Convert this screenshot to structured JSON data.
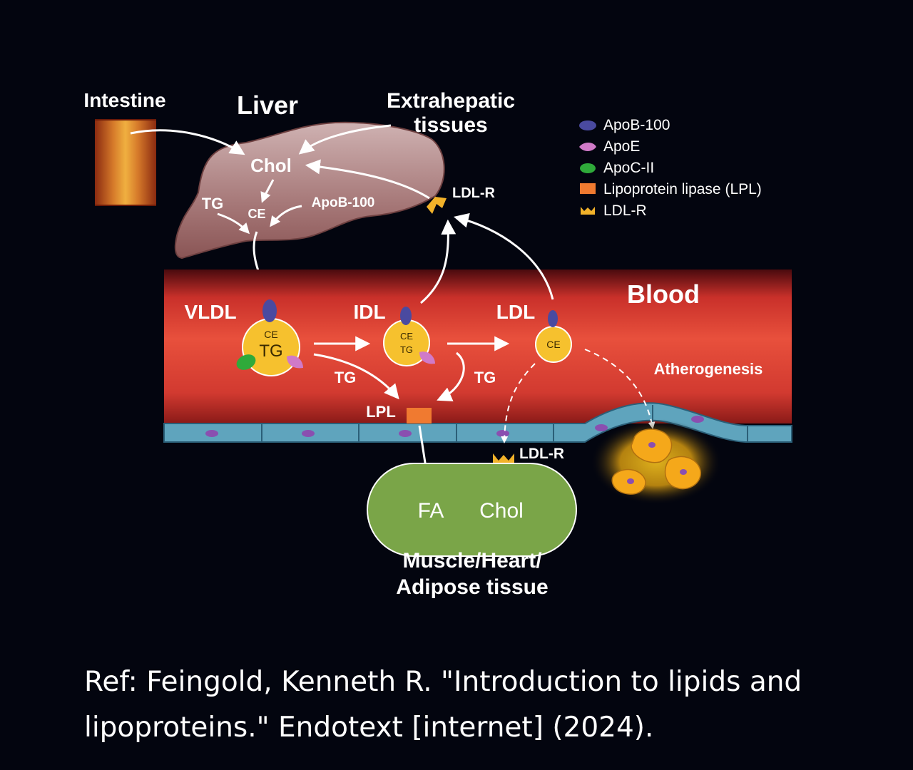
{
  "labels": {
    "intestine": "Intestine",
    "liver": "Liver",
    "extrahepatic_line1": "Extrahepatic",
    "extrahepatic_line2": "tissues",
    "chol_liver": "Chol",
    "tg_liver": "TG",
    "ce_liver": "CE",
    "apob100_liver": "ApoB-100",
    "ldlr_liver": "LDL-R",
    "blood": "Blood",
    "vldl": "VLDL",
    "idl": "IDL",
    "ldl": "LDL",
    "vldl_ce": "CE",
    "vldl_tg": "TG",
    "idl_ce": "CE",
    "idl_tg": "TG",
    "ldl_ce": "CE",
    "tg_left": "TG",
    "tg_right": "TG",
    "lpl": "LPL",
    "atherogenesis": "Atherogenesis",
    "ldlr_tissue": "LDL-R",
    "fa": "FA",
    "chol_tissue": "Chol",
    "tissue_line1": "Muscle/Heart/",
    "tissue_line2": "Adipose tissue"
  },
  "legend": [
    {
      "label": "ApoB-100",
      "symbol": "ellipse",
      "color": "#4a4aa0"
    },
    {
      "label": "ApoE",
      "symbol": "leaf",
      "color": "#d07ac8"
    },
    {
      "label": "ApoC-II",
      "symbol": "ellipse",
      "color": "#2faa3a"
    },
    {
      "label": "Lipoprotein lipase (LPL)",
      "symbol": "rect",
      "color": "#f07a30"
    },
    {
      "label": "LDL-R",
      "symbol": "receptor",
      "color": "#f2b22a"
    }
  ],
  "colors": {
    "background": "#03050f",
    "blood": "#e04a3a",
    "liver": "#b48a8a",
    "lipoprotein": "#f6c12e",
    "tissue": "#7aa548",
    "endothelium": "#5fa4bd"
  },
  "citation": {
    "line1": "Ref: Feingold, Kenneth R. \"Introduction to lipids and",
    "line2": "lipoproteins.\" Endotext [internet] (2024)."
  }
}
